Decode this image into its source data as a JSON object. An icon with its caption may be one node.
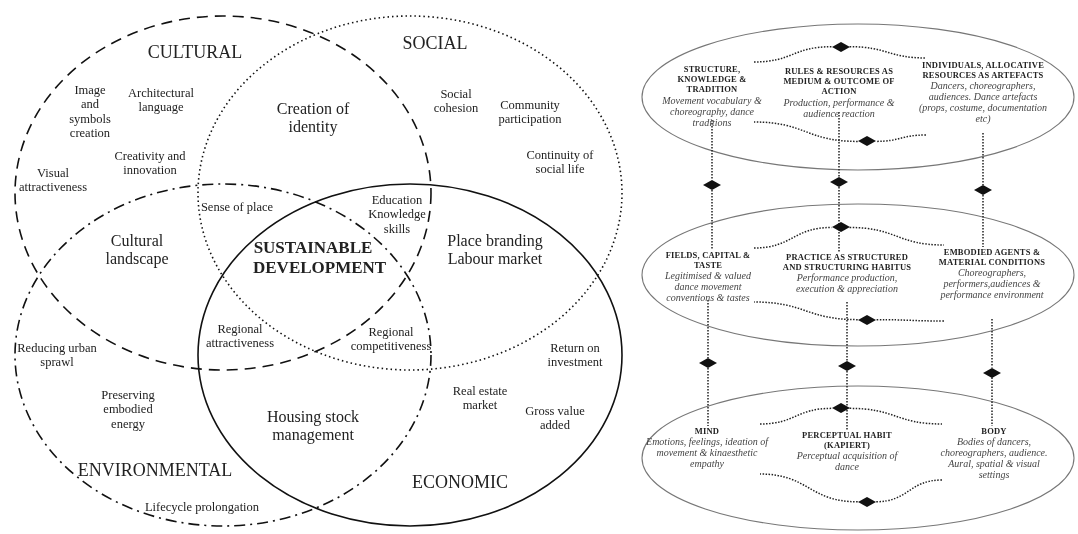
{
  "diagram": {
    "nodes": [
      {
        "text": [
          "CULTURAL"
        ]
      },
      {
        "text": [
          "SOCIAL"
        ]
      },
      {
        "text": [
          "ENVIRONMENTAL"
        ]
      },
      {
        "text": [
          "ECONOMIC"
        ]
      },
      {
        "text": [],
        "shape": "ellipse"
      },
      {
        "text": [
          "STRUCTURE, KNOWLEDGE & TRADITION",
          "Movement vocabulary & choreography, dance traditions"
        ],
        "in": 4
      },
      {
        "text": [
          "RULES & RESOURCES AS MEDIUM & OUTCOME OF ACTION",
          "Production, performance & audience reaction"
        ],
        "in": 4
      },
      {
        "text": [
          "INDIVIDUALS, ALLOCATIVE RESOURCES AS ARTEFACTS",
          "Dancers, choreographers, audiences. Dance artefacts (props, costume, documentation etc)"
        ],
        "in": 4
      },
      {
        "text": [],
        "shape": "ellipse"
      },
      {
        "text": [
          "FIELDS, CAPITAL & TASTE",
          "Legitimised & valued dance movement conventions & tastes"
        ],
        "in": 8
      },
      {
        "text": [
          "PRACTICE AS STRUCTURED AND STRUCTURING HABITUS",
          "Performance production, execution & appreciation"
        ],
        "in": 8
      },
      {
        "text": [
          "EMBODIED AGENTS & MATERIAL CONDITIONS",
          "Choreographers, performers,audiences & performance environment"
        ],
        "in": 8
      },
      {
        "text": [],
        "shape": "ellipse"
      },
      {
        "text": [
          "MIND",
          "Emotions, feelings, ideation of movement & kinaesthetic empathy"
        ],
        "in": 12
      },
      {
        "text": [
          "PERCEPTUAL HABIT (KAPIERT)",
          "Perceptual acquisition of dance"
        ],
        "in": 12
      },
      {
        "text": [
          "BODY",
          "Bodies of dancers, choreographers, audience. Aural, spatial & visual settings"
        ],
        "in": 12
      },
      {
        "text": [],
        "shape": "diamond",
        "in": 4
      },
      {
        "text": [],
        "shape": "diamond",
        "in": 4
      },
      {
        "text": [],
        "shape": "diamond",
        "in": 8
      },
      {
        "text": [],
        "shape": "diamond",
        "in": 8
      },
      {
        "text": [],
        "shape": "diamond",
        "in": 12
      },
      {
        "text": [],
        "shape": "diamond",
        "in": 12
      },
      {
        "text": [],
        "shape": "diamond"
      },
      {
        "text": [],
        "shape": "diamond"
      },
      {
        "text": [],
        "shape": "diamond"
      },
      {
        "text": [],
        "shape": "diamond"
      },
      {
        "text": [],
        "shape": "diamond"
      },
      {
        "text": [],
        "shape": "diamond"
      }
    ],
    "edges": [
      {
        "from": 5,
        "to": 16,
        "arrow": "none"
      },
      {
        "from": 16,
        "to": 7,
        "arrow": "none"
      },
      {
        "from": 7,
        "to": 17,
        "arrow": "none"
      },
      {
        "from": 17,
        "to": 5,
        "arrow": "none"
      },
      {
        "from": 9,
        "to": 18,
        "arrow": "none"
      },
      {
        "from": 18,
        "to": 11,
        "arrow": "none"
      },
      {
        "from": 11,
        "to": 19,
        "arrow": "none"
      },
      {
        "from": 19,
        "to": 9,
        "arrow": "none"
      },
      {
        "from": 13,
        "to": 20,
        "arrow": "none"
      },
      {
        "from": 20,
        "to": 15,
        "arrow": "none"
      },
      {
        "from": 15,
        "to": 21,
        "arrow": "none"
      },
      {
        "from": 21,
        "to": 13,
        "arrow": "none"
      },
      {
        "from": 5,
        "to": 22,
        "arrow": "none"
      },
      {
        "from": 22,
        "to": 9,
        "arrow": "none"
      },
      {
        "from": 6,
        "to": 23,
        "arrow": "none"
      },
      {
        "from": 23,
        "to": 10,
        "arrow": "none"
      },
      {
        "from": 7,
        "to": 24,
        "arrow": "none"
      },
      {
        "from": 24,
        "to": 11,
        "arrow": "none"
      },
      {
        "from": 9,
        "to": 25,
        "arrow": "none"
      },
      {
        "from": 25,
        "to": 13,
        "arrow": "none"
      },
      {
        "from": 10,
        "to": 26,
        "arrow": "none"
      },
      {
        "from": 26,
        "to": 14,
        "arrow": "none"
      },
      {
        "from": 11,
        "to": 27,
        "arrow": "none"
      },
      {
        "from": 27,
        "to": 15,
        "arrow": "none"
      }
    ],
    "labels": [
      "Image and symbols creation",
      "Architectural language",
      "Creation of identity",
      "Social cohesion",
      "Community participation",
      "Continuity of social life",
      "Visual attractiveness",
      "Creativity and innovation",
      "Sense of place",
      "Education Knowledge skills",
      "Cultural landscape",
      "SUSTAINABLE DEVELOPMENT",
      "Place branding Labour market",
      "Reducing urban sprawl",
      "Regional attractiveness",
      "Regional competitiveness",
      "Return on investment",
      "Preserving embodied energy",
      "Housing stock management",
      "Real estate market",
      "Gross value added",
      "Lifecycle prolongation"
    ]
  }
}
